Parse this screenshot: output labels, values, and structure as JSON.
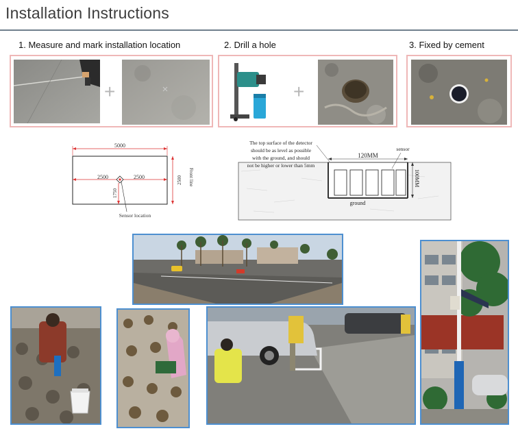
{
  "page": {
    "title": "Installation Instructions"
  },
  "steps": [
    {
      "label": "1. Measure and mark installation location"
    },
    {
      "label": "2.  Drill a hole"
    },
    {
      "label": "3. Fixed by cement"
    }
  ],
  "plan_diagram": {
    "total_width": "5000",
    "left_offset": "2500",
    "right_offset": "2500",
    "side_height": "2500",
    "front_line": "Front line",
    "offset_vertical": "1750",
    "caption": "Sensor location"
  },
  "section_diagram": {
    "note_lines": [
      "The top surface of the detector",
      "should be as level as possible",
      "with the ground, and should",
      "not be higher or lower than 5mm"
    ],
    "width": "120MM",
    "depth": "100MM",
    "sensor": "sensor",
    "ground": "ground"
  }
}
